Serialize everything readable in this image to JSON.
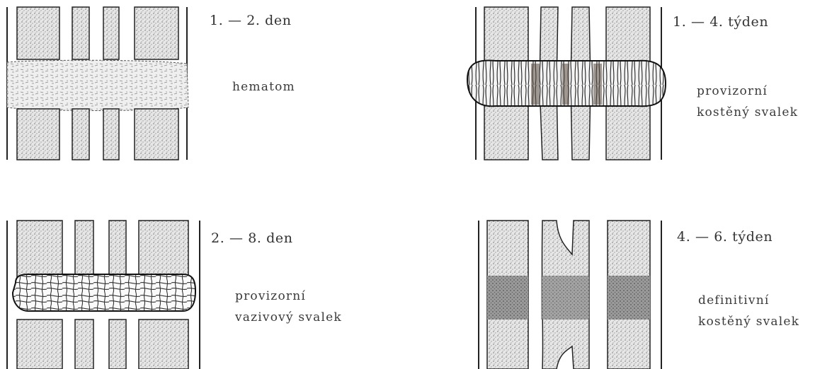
{
  "panels": [
    {
      "stage": "1. — 2. den",
      "caption": [
        "hematom"
      ]
    },
    {
      "stage": "1. — 4. týden",
      "caption": [
        "provizorní",
        "kostěný svalek"
      ]
    },
    {
      "stage": "2. — 8. den",
      "caption": [
        "provizorní",
        "vazivový svalek"
      ]
    },
    {
      "stage": "4. — 6. týden",
      "caption": [
        "definitivní",
        "kostěný svalek"
      ]
    }
  ],
  "colors": {
    "ink": "#1e1e1e",
    "bone_stipple": "#dcdcdc",
    "callus_dark": "#8a8a8a"
  }
}
